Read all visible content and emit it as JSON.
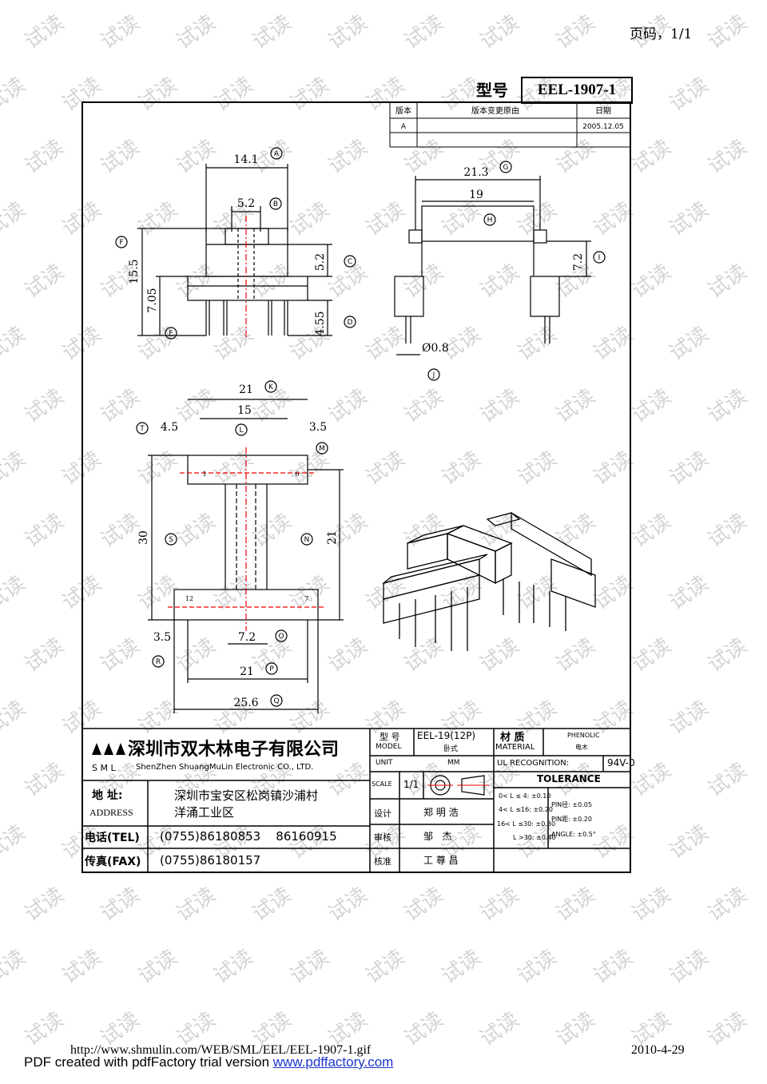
{
  "header": {
    "page_number": "页码，1/1",
    "model_label": "型号",
    "model_value": "EEL-1907-1"
  },
  "revision_table": {
    "headers": [
      "版本",
      "版本变更原由",
      "日期"
    ],
    "rows": [
      [
        "A",
        "",
        "2005.12.05"
      ]
    ]
  },
  "dimensions": {
    "A": "14.1",
    "B": "5.2",
    "C": "5.2",
    "D": "4.55",
    "E": "7.05",
    "F": "15.5",
    "G": "21.3",
    "H": "19",
    "I": "7.2",
    "J": "Ø0.8",
    "K": "21",
    "L": "15",
    "T": "4.5",
    "M": "3.5",
    "S": "30",
    "N": "21",
    "R": "3.5",
    "O": "7.2",
    "P": "21",
    "Q": "25.6"
  },
  "pin_labels": {
    "top": [
      "1",
      "1",
      "6"
    ],
    "bottom": [
      "12",
      "7"
    ]
  },
  "watermark": "试读",
  "title_block": {
    "company_cn": "深圳市双木林电子有限公司",
    "company_en_abbr": "S M L",
    "company_en": "ShenZhen ShuangMuLin Electronic CO., LTD.",
    "address_label_cn": "地  址:",
    "address_label_en": "ADDRESS",
    "address_line1": "深圳市宝安区松岗镇沙浦村",
    "address_line2": "洋涌工业区",
    "tel_label": "电话(TEL)",
    "tel_value": "(0755)86180853    86160915",
    "fax_label": "传真(FAX)",
    "fax_value": "(0755)86180157",
    "model_label_cn": "型 号",
    "model_label_en": "MODEL",
    "model_value": "EEL-19(12P)",
    "model_sub": "卧式",
    "material_label_cn": "材 质",
    "material_label_en": "MATERIAL",
    "material_value": "PHENOLIC",
    "material_sub": "电木",
    "unit_label": "UNIT",
    "unit_value": "MM",
    "ul_label": "UL RECOGNITION:",
    "ul_value": "94V-0",
    "scale_label": "SCALE",
    "scale_value": "1/1",
    "tolerance_title": "TOLERANCE",
    "tolerance_lines": [
      "0< L ≤ 4: ±0.10",
      "4< L ≤16: ±0.20",
      "16< L ≤30: ±0.30",
      "L >30: ±0.40"
    ],
    "tolerance_right": [
      "PIN径: ±0.05",
      "PIN距: ±0.20",
      "ANGLE: ±0.5°"
    ],
    "design_label": "设计",
    "design_value": "郑 明 浩",
    "check_label": "审核",
    "check_value": "邹   杰",
    "approve_label": "核准",
    "approve_value": "工 尊 昌"
  },
  "footer": {
    "url": "http://www.shmulin.com/WEB/SML/EEL/EEL-1907-1.gif",
    "date": "2010-4-29",
    "pdf_text": "PDF created with pdfFactory trial version ",
    "pdf_link": "www.pdffactory.com"
  }
}
